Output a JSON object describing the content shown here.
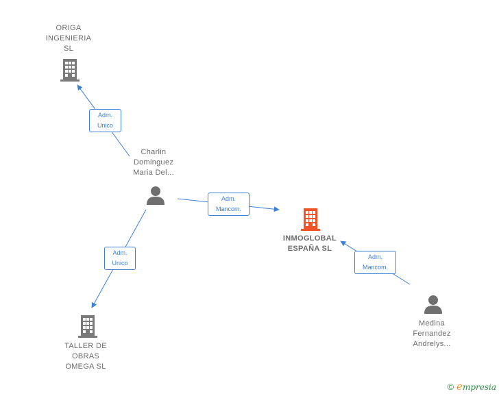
{
  "colors": {
    "edge": "#3d7fd6",
    "company": "#7a7a7a",
    "company_main": "#f0552a",
    "person": "#6f6f6f",
    "label": "#6b6b6b"
  },
  "nodes": {
    "origa": {
      "lines": [
        "ORIGA",
        "INGENIERIA",
        "SL"
      ],
      "icon": "building-icon"
    },
    "charlin": {
      "lines": [
        "Charlin",
        "Dominguez",
        "Maria Del..."
      ],
      "icon": "person-icon"
    },
    "inmoglobal": {
      "lines": [
        "INMOGLOBAL",
        "ESPAÑA  SL"
      ],
      "icon": "building-icon"
    },
    "taller": {
      "lines": [
        "TALLER DE",
        "OBRAS",
        "OMEGA  SL"
      ],
      "icon": "building-icon"
    },
    "medina": {
      "lines": [
        "Medina",
        "Fernandez",
        "Andrelys..."
      ],
      "icon": "person-icon"
    }
  },
  "edges": [
    {
      "from": "charlin",
      "to": "origa",
      "role": [
        "Adm.",
        "Unico"
      ]
    },
    {
      "from": "charlin",
      "to": "inmoglobal",
      "role": [
        "Adm.",
        "Mancom."
      ]
    },
    {
      "from": "charlin",
      "to": "taller",
      "role": [
        "Adm.",
        "Unico"
      ]
    },
    {
      "from": "medina",
      "to": "inmoglobal",
      "role": [
        "Adm.",
        "Mancom."
      ]
    }
  ],
  "footer": {
    "copyright": "©",
    "brand_initial": "e",
    "brand_rest": "mpresia"
  }
}
